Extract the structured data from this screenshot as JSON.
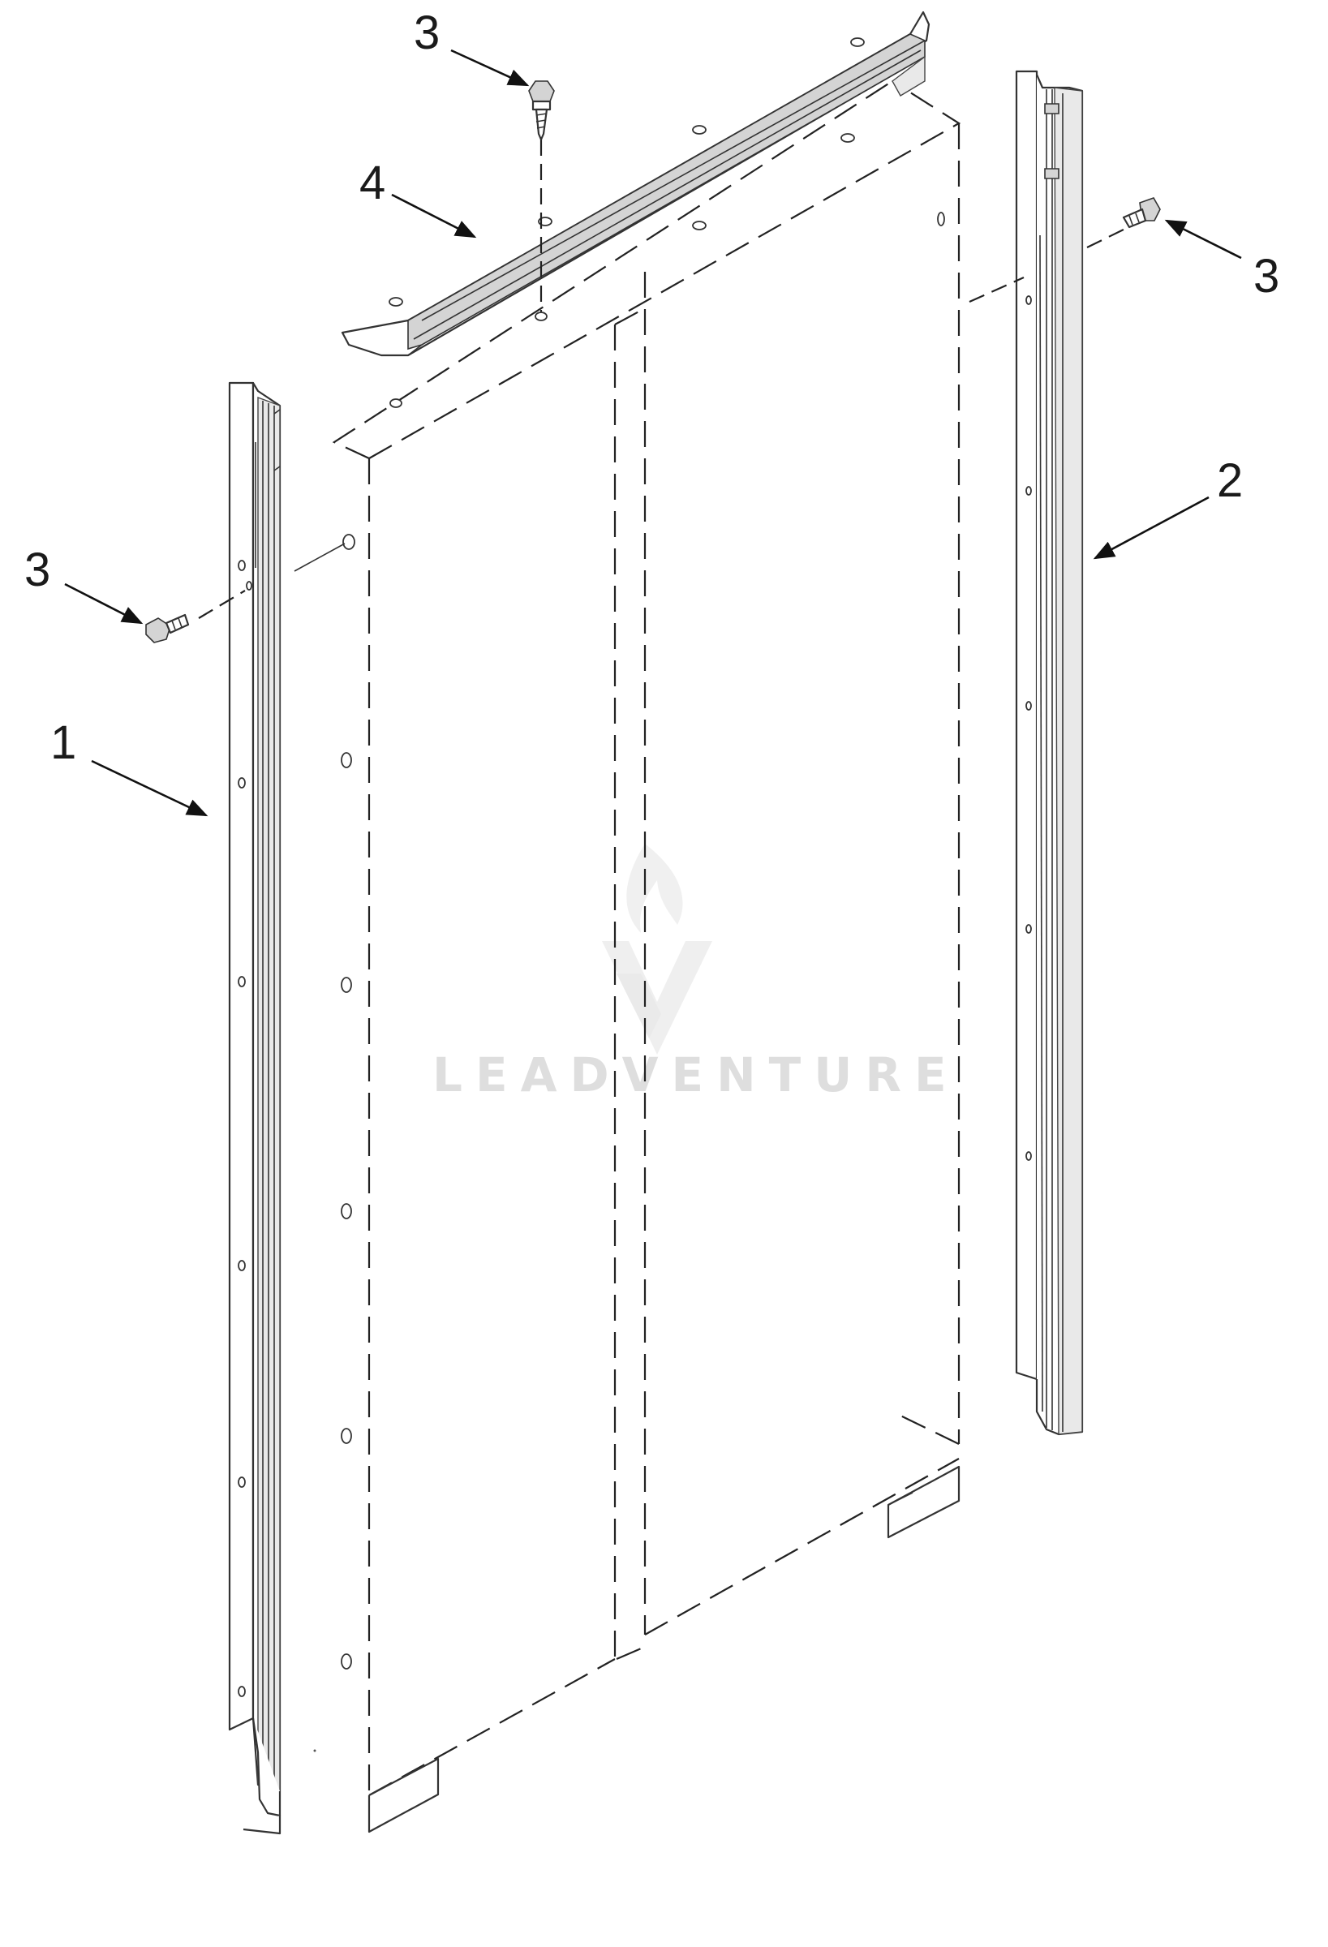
{
  "diagram": {
    "callouts": [
      {
        "id": "callout-1",
        "label": "1"
      },
      {
        "id": "callout-2",
        "label": "2"
      },
      {
        "id": "callout-3-top",
        "label": "3"
      },
      {
        "id": "callout-3-right",
        "label": "3"
      },
      {
        "id": "callout-3-left",
        "label": "3"
      },
      {
        "id": "callout-4",
        "label": "4"
      }
    ],
    "watermark": {
      "text": "LEADVENTURE"
    },
    "colors": {
      "line": "#333333",
      "watermark": "#dedede",
      "background": "#ffffff"
    }
  }
}
